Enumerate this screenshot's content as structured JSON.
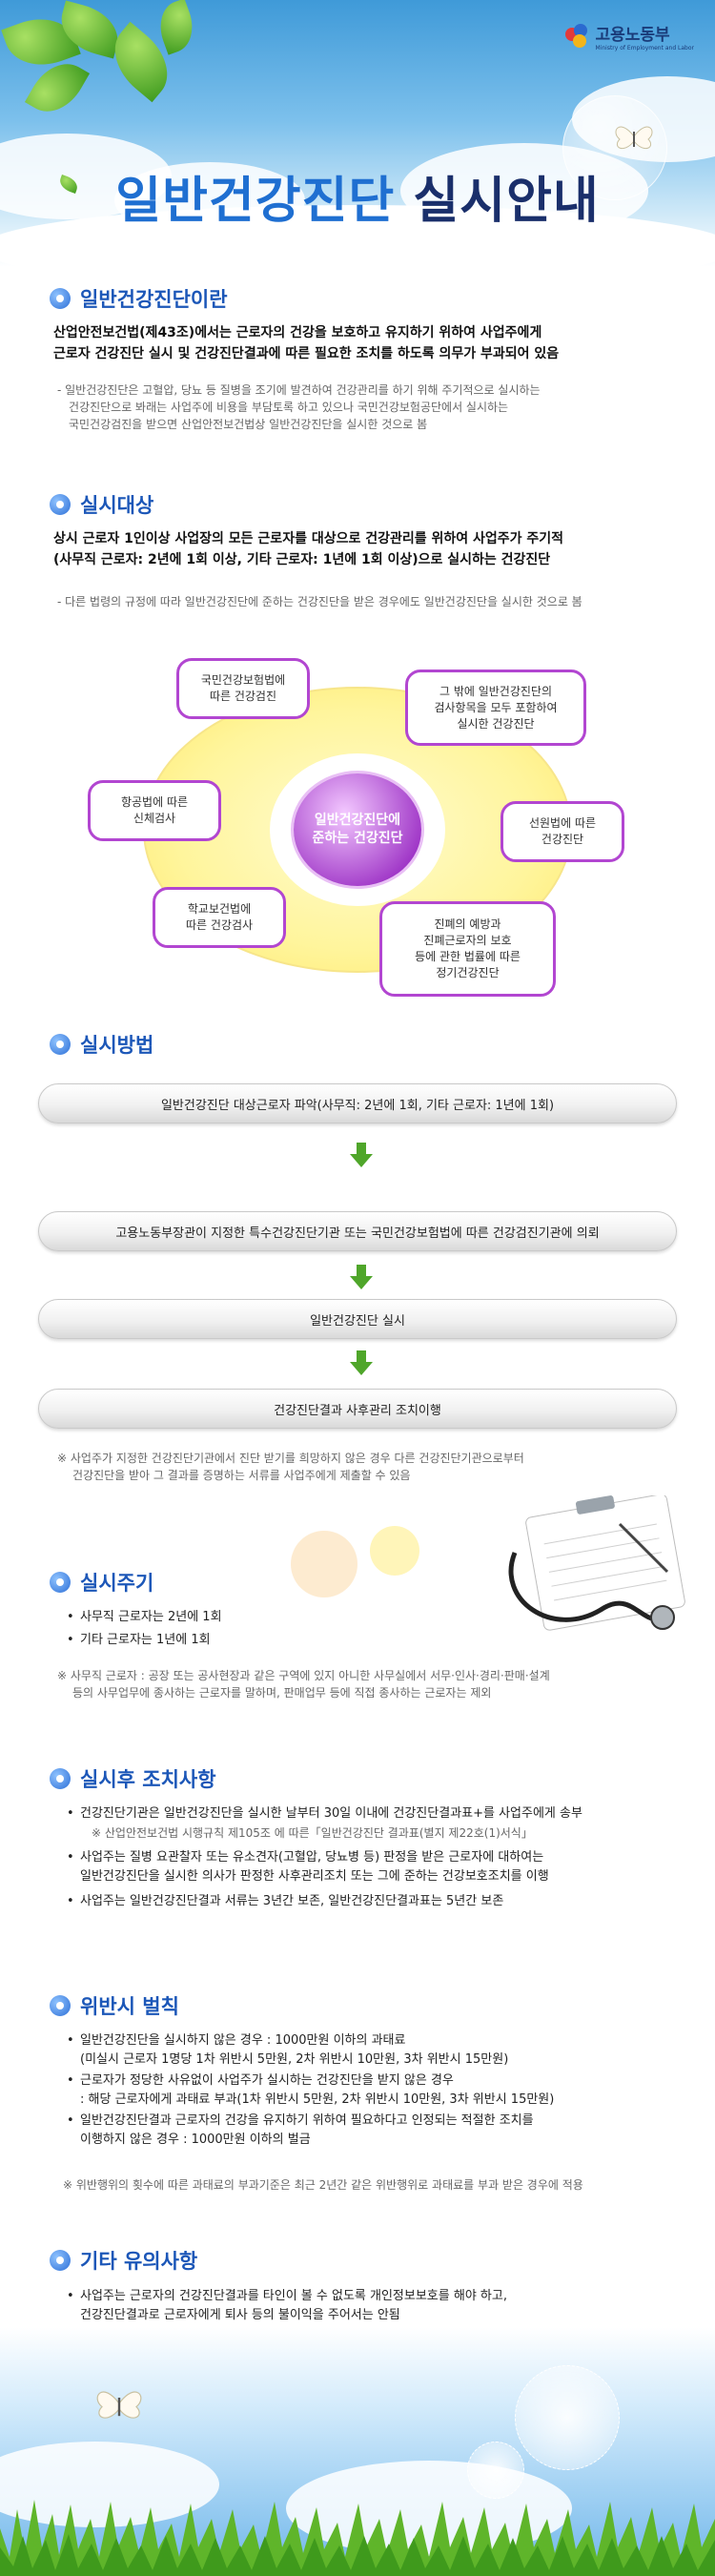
{
  "header": {
    "logo_text": "고용노동부",
    "logo_sub": "Ministry of Employment and Labor",
    "title_part1": "일반건강진단",
    "title_part2": "실시안내"
  },
  "s1": {
    "title": "일반건강진단이란",
    "lead": [
      "산업안전보건법(제43조)에서는 근로자의 건강을 보호하고 유지하기 위하여 사업주에게",
      "근로자 건강진단 실시 및 건강진단결과에 따른 필요한 조치를 하도록 의무가 부과되어 있음"
    ],
    "note": [
      "- 일반건강진단은 고혈압, 당뇨 등 질병을 조기에 발견하여 건강관리를 하기 위해 주기적으로 실시하는",
      "건강진단으로 봐래는 사업주에 비용을 부담토록 하고 있으나 국민건강보험공단에서 실시하는",
      "국민건강검진을 받으면 산업안전보건법상 일반건강진단을 실시한 것으로 봄"
    ]
  },
  "s2": {
    "title": "실시대상",
    "lead": [
      "상시 근로자 1인이상 사업장의 모든 근로자를 대상으로 건강관리를 위하여 사업주가 주기적",
      "(사무직 근로자: 2년에 1회 이상, 기타 근로자: 1년에 1회 이상)으로 실시하는 건강진단"
    ],
    "note": "- 다른 법령의 규정에 따라 일반건강진단에 준하는 건강진단을 받은 경우에도 일반건강진단을 실시한 것으로 봄",
    "center": [
      "일반건강진단에",
      "준하는 건강진단"
    ],
    "pills": {
      "p1": [
        "국민건강보험법에",
        "따른 건강검진"
      ],
      "p2": [
        "그 밖에 일반건강진단의",
        "검사항목을 모두 포함하여",
        "실시한 건강진단"
      ],
      "p3": [
        "항공법에 따른",
        "신체검사"
      ],
      "p4": [
        "선원법에 따른",
        "건강진단"
      ],
      "p5": [
        "학교보건법에",
        "따른 건강검사"
      ],
      "p6": [
        "진폐의 예방과",
        "진폐근로자의 보호",
        "등에 관한 법률에 따른",
        "정기건강진단"
      ]
    }
  },
  "s3": {
    "title": "실시방법",
    "steps": [
      "일반건강진단 대상근로자 파악(사무직: 2년에 1회, 기타 근로자: 1년에 1회)",
      "고용노동부장관이 지정한 특수건강진단기관 또는 국민건강보험법에 따른 건강검진기관에 의뢰",
      "일반건강진단 실시",
      "건강진단결과 사후관리 조치이행"
    ],
    "note": [
      "※ 사업주가 지정한 건강진단기관에서 진단 받기를 희망하지 않은 경우 다른 건강진단기관으로부터",
      "건강진단을 받아 그 결과를 증명하는 서류를 사업주에게 제출할 수 있음"
    ]
  },
  "s4": {
    "title": "실시주기",
    "items": [
      "사무직 근로자는 2년에 1회",
      "기타 근로자는 1년에 1회"
    ],
    "note": [
      "※ 사무직 근로자 : 공장 또는 공사현장과 같은 구역에 있지 아니한 사무실에서 서무·인사·경리·판매·설계",
      "등의 사무업무에 종사하는 근로자를 말하며, 판매업무 등에 직접 종사하는 근로자는 제외"
    ]
  },
  "s5": {
    "title": "실시후 조치사항",
    "i1": "건강진단기관은 일반건강진단을 실시한 날부터 30일 이내에 건강진단결과표+를 사업주에게 송부",
    "i1_sub": "※ 산업안전보건법 시행규칙 제105조 에 따른「일반건강진단 결과표(별지 제22호(1)서식」",
    "i2": [
      "사업주는 질병 요관찰자 또는 유소견자(고혈압, 당뇨병 등) 판정을 받은 근로자에 대하여는",
      "일반건강진단을 실시한 의사가 판정한 사후관리조치 또는 그에 준하는 건강보호조치를 이행"
    ],
    "i3": "사업주는 일반건강진단결과 서류는 3년간 보존, 일반건강진단결과표는 5년간 보존"
  },
  "s6": {
    "title": "위반시 벌칙",
    "i1": [
      "일반건강진단을 실시하지 않은 경우 : 1000만원 이하의 과태료",
      "(미실시 근로자 1명당 1차 위반시 5만원, 2차 위반시 10만원, 3차 위반시 15만원)"
    ],
    "i2": [
      "근로자가 정당한 사유없이 사업주가 실시하는 건강진단을 받지 않은 경우",
      ": 해당 근로자에게 과태료 부과(1차 위반시 5만원, 2차 위반시 10만원, 3차 위반시 15만원)"
    ],
    "i3": [
      "일반건강진단결과 근로자의 건강을 유지하기 위하여 필요하다고 인정되는 적절한 조치를",
      "이행하지 않은 경우 : 1000만원 이하의 벌금"
    ],
    "note": "※ 위반행위의 횟수에 따른 과태료의 부과기준은 최근 2년간 같은 위반행위로 과태료를 부과 받은 경우에 적용"
  },
  "s7": {
    "title": "기타 유의사항",
    "i1": [
      "사업주는 근로자의 건강진단결과를 타인이 볼 수 없도록 개인정보보호를 해야 하고,",
      "건강진단결과로 근로자에게 퇴사 등의 불이익을 주어서는 안됨"
    ]
  },
  "colors": {
    "accent": "#1c57b8",
    "purple": "#b246d1",
    "green_arrow": "#4fa62a",
    "yellow": "#fff59c"
  }
}
